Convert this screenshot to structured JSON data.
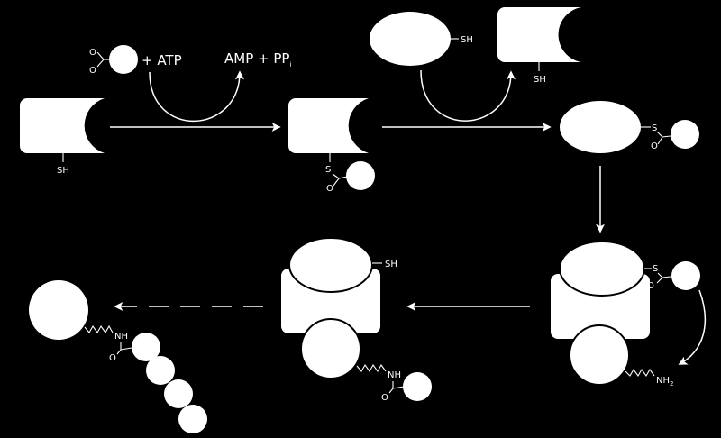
{
  "labels": {
    "atp": "+ ATP",
    "amp": "AMP + PP",
    "amp_sub": "i",
    "sh": "SH",
    "s": "S",
    "o": "O",
    "nh": "NH",
    "nh2": "NH",
    "nh2_sub": "2"
  },
  "colors": {
    "background": "#000000",
    "foreground": "#ffffff"
  }
}
